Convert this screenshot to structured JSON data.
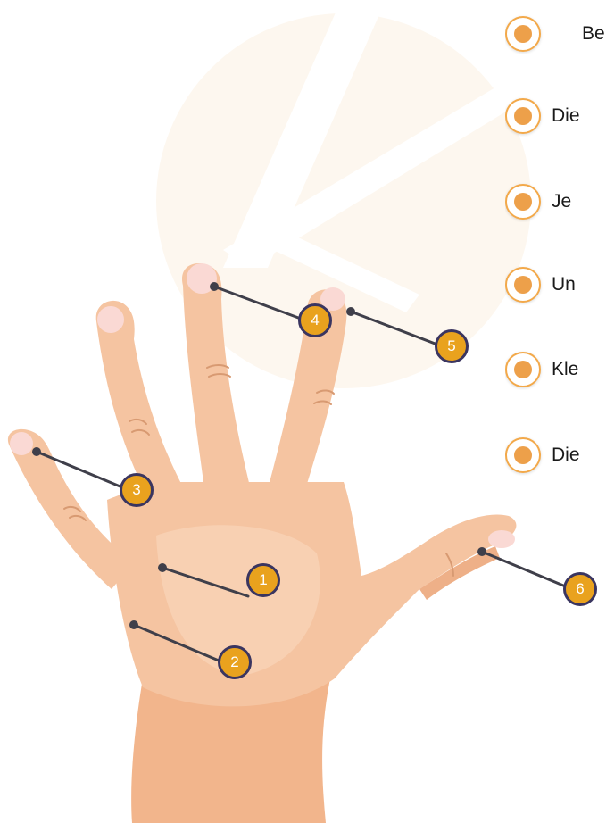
{
  "colors": {
    "accent": "#eda04a",
    "marker_fill": "#e9a21e",
    "marker_border": "#3a3560",
    "skin": "#f5c4a1",
    "nail": "#fad9d4",
    "leader_line": "#3f3f4a"
  },
  "options": [
    {
      "label": "Be"
    },
    {
      "label": "Die"
    },
    {
      "label": "Je"
    },
    {
      "label": "Un"
    },
    {
      "label": "Kle"
    },
    {
      "label": "Die"
    }
  ],
  "markers": [
    {
      "number": "1"
    },
    {
      "number": "2"
    },
    {
      "number": "3"
    },
    {
      "number": "4"
    },
    {
      "number": "5"
    },
    {
      "number": "6"
    }
  ]
}
